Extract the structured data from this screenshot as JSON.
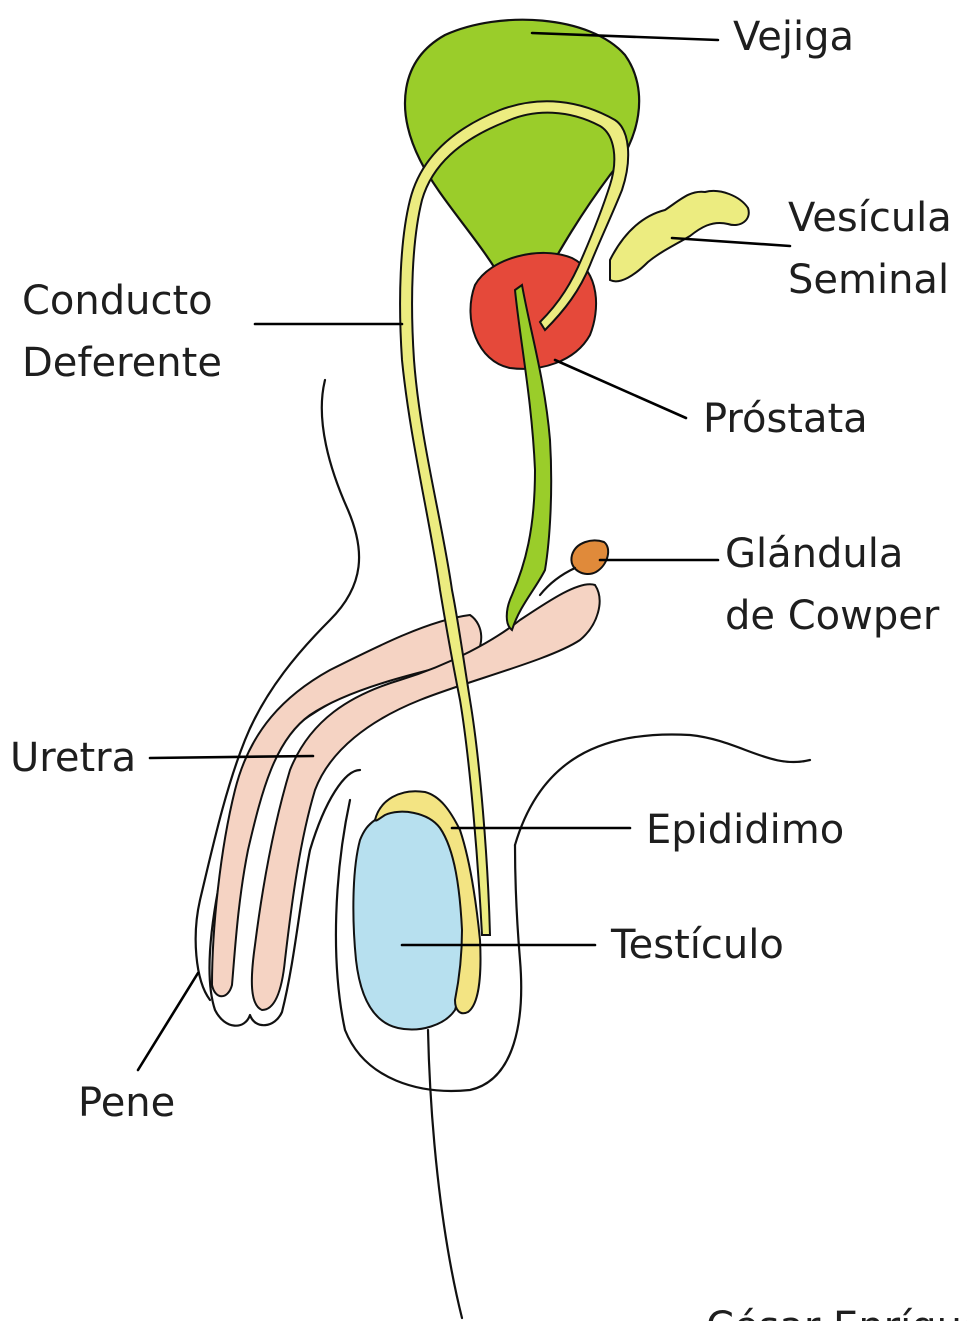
{
  "diagram": {
    "labels": {
      "vejiga": "Vejiga",
      "vesicula_1": "Vesícula",
      "vesicula_2": "Seminal",
      "conducto_1": "Conducto",
      "conducto_2": "Deferente",
      "prostata": "Próstata",
      "glandula_1": "Glándula",
      "glandula_2": "de Cowper",
      "uretra": "Uretra",
      "epididimo": "Epididimo",
      "testiculo": "Testículo",
      "pene": "Pene",
      "credit": "César Enríquez"
    },
    "colors": {
      "bladder": "#9acd2a",
      "seminal_vesicle": "#ecec80",
      "prostate": "#e5493a",
      "cowper_gland": "#e08a3a",
      "penis_tissue": "#f5d3c3",
      "testicle": "#b7e0ef",
      "epididymis": "#f3e483",
      "duct": "#ecec80",
      "outline": "#111111"
    }
  }
}
